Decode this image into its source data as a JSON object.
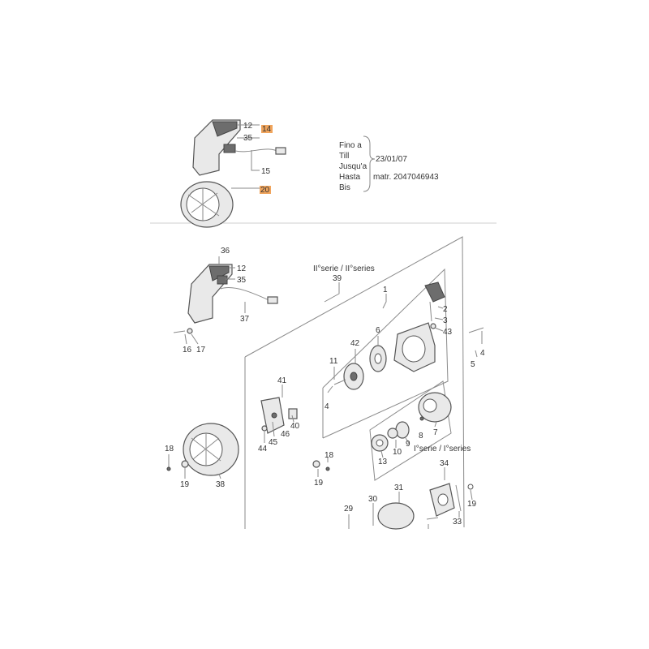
{
  "top_assembly": {
    "labels": [
      "12",
      "14",
      "35",
      "15",
      "20"
    ]
  },
  "note": {
    "lines": [
      "Fino a",
      "Till",
      "Jusqu'a",
      "Hasta",
      "Bis"
    ],
    "date": "23/01/07",
    "serial": "matr. 2047046943"
  },
  "bottom_assembly": {
    "series_ii": "II°serie / II°series",
    "series_i": "I°serie / I°series",
    "labels": [
      "36",
      "12",
      "35",
      "37",
      "16",
      "17",
      "39",
      "1",
      "2",
      "3",
      "43",
      "4",
      "5",
      "11",
      "42",
      "6",
      "41",
      "40",
      "46",
      "44",
      "45",
      "4",
      "7",
      "8",
      "9",
      "10",
      "13",
      "18",
      "19",
      "38",
      "18",
      "19",
      "34",
      "31",
      "30",
      "29",
      "33",
      "19"
    ]
  },
  "colors": {
    "highlight": "#f0a45c",
    "line": "#8a8a8a"
  }
}
